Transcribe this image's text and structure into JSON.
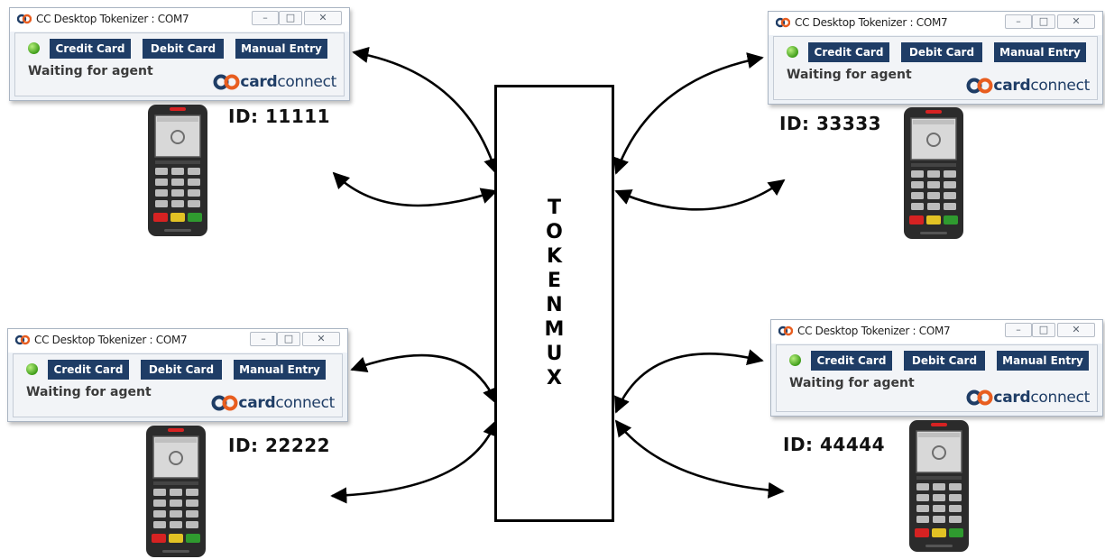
{
  "mux": {
    "letters": [
      "T",
      "O",
      "K",
      "E",
      "N",
      "M",
      "U",
      "X"
    ]
  },
  "tokenizer": {
    "buttons": {
      "credit": "Credit Card",
      "debit": "Debit Card",
      "manual": "Manual Entry"
    },
    "status": "Waiting for agent",
    "logo": {
      "bold": "card",
      "light": "connect"
    },
    "window_controls": {
      "minimize": "–",
      "maximize": "□",
      "close": "✕"
    }
  },
  "panels": [
    {
      "window_title": "CC Desktop Tokenizer : COM7",
      "device_id": "ID: 11111"
    },
    {
      "window_title": "CC Desktop Tokenizer : COM7",
      "device_id": "ID: 33333"
    },
    {
      "window_title": "CC Desktop Tokenizer : COM7",
      "device_id": "ID: 22222"
    },
    {
      "window_title": "CC Desktop Tokenizer : COM7",
      "device_id": "ID: 44444"
    }
  ],
  "colors": {
    "button_bg": "#1f3d66",
    "status_green": "#3f9d1a",
    "brand_orange": "#e85d1f",
    "brand_navy": "#1f3d66"
  },
  "icons": {
    "app_icon": "cardconnect-logo-icon",
    "status": "status-indicator-icon",
    "terminal": "card-terminal-icon"
  }
}
